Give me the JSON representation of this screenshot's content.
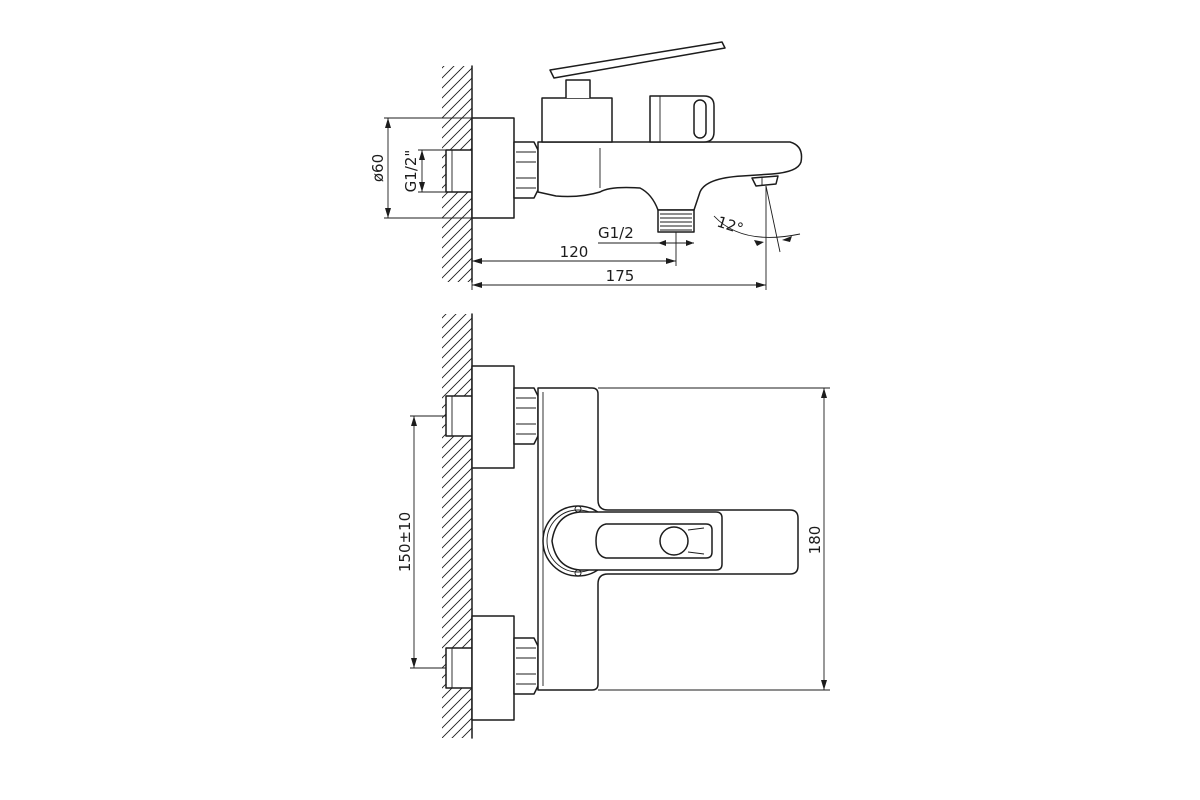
{
  "labels": {
    "dia_60": "ø60",
    "thread_wall": "G1/2\"",
    "thread_outlet": "G1/2",
    "len_120": "120",
    "len_175": "175",
    "angle": "12°",
    "center_distance": "150±10",
    "height_180": "180"
  },
  "colors": {
    "line": "#1c1c1c",
    "background": "#ffffff"
  }
}
